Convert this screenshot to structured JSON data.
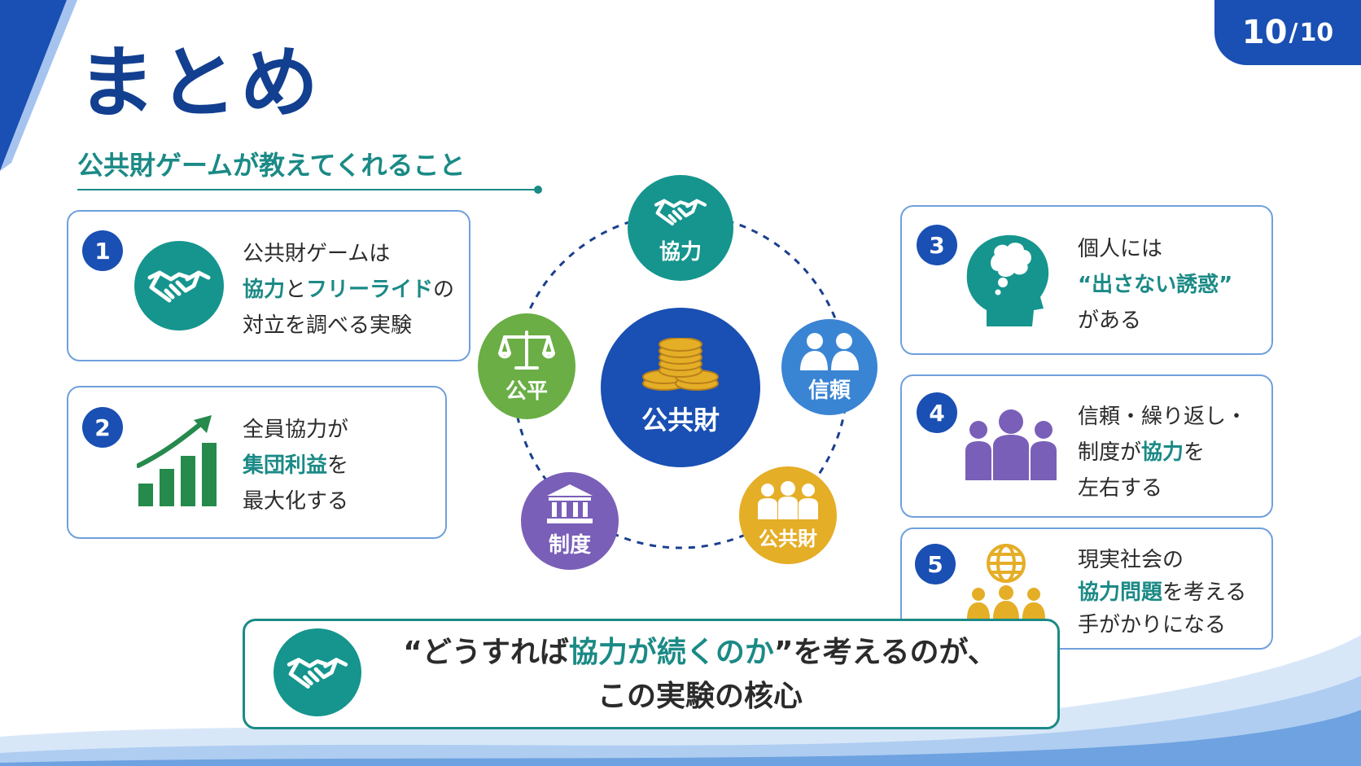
{
  "page": {
    "current": "10",
    "separator": "/",
    "total": "10"
  },
  "title": "まとめ",
  "subtitle": "公共財ゲームが教えてくれること",
  "cards": [
    {
      "number": "1",
      "icon": "handshake-icon",
      "lines": [
        [
          {
            "t": "公共財ゲームは",
            "h": false
          }
        ],
        [
          {
            "t": "協力",
            "h": true
          },
          {
            "t": "と",
            "h": false
          },
          {
            "t": "フリーライド",
            "h": true
          },
          {
            "t": "の",
            "h": false
          }
        ],
        [
          {
            "t": "対立を調べる実験",
            "h": false
          }
        ]
      ]
    },
    {
      "number": "2",
      "icon": "growth-chart-icon",
      "lines": [
        [
          {
            "t": "全員協力が",
            "h": false
          }
        ],
        [
          {
            "t": "集団利益",
            "h": true
          },
          {
            "t": "を",
            "h": false
          }
        ],
        [
          {
            "t": "最大化する",
            "h": false
          }
        ]
      ]
    },
    {
      "number": "3",
      "icon": "head-thought-icon",
      "lines": [
        [
          {
            "t": "個人には",
            "h": false
          }
        ],
        [
          {
            "t": "“出さない誘惑”",
            "h": true
          }
        ],
        [
          {
            "t": "がある",
            "h": false
          }
        ]
      ]
    },
    {
      "number": "4",
      "icon": "group-people-icon",
      "lines": [
        [
          {
            "t": "信頼・繰り返し・",
            "h": false
          }
        ],
        [
          {
            "t": "制度が",
            "h": false
          },
          {
            "t": "協力",
            "h": true
          },
          {
            "t": "を",
            "h": false
          }
        ],
        [
          {
            "t": "左右する",
            "h": false
          }
        ]
      ]
    },
    {
      "number": "5",
      "icon": "globe-people-icon",
      "lines": [
        [
          {
            "t": "現実社会の",
            "h": false
          }
        ],
        [
          {
            "t": "協力問題",
            "h": true
          },
          {
            "t": "を考える",
            "h": false
          }
        ],
        [
          {
            "t": "手がかりになる",
            "h": false
          }
        ]
      ]
    }
  ],
  "diagram": {
    "center": {
      "label": "公共財",
      "icon": "coin-stack-icon",
      "color": "#1a4fb3"
    },
    "nodes": [
      {
        "label": "協力",
        "icon": "handshake-icon",
        "color": "#15958e"
      },
      {
        "label": "信頼",
        "icon": "two-people-icon",
        "color": "#3a84d4"
      },
      {
        "label": "公共財",
        "icon": "three-people-icon",
        "color": "#e5ae27"
      },
      {
        "label": "制度",
        "icon": "institution-icon",
        "color": "#7a5fb8"
      },
      {
        "label": "公平",
        "icon": "balance-scale-icon",
        "color": "#6aae45"
      }
    ]
  },
  "bottom": {
    "icon": "handshake-icon",
    "line1": [
      {
        "t": "“どうすれば",
        "h": false
      },
      {
        "t": "協力が続くのか",
        "h": true
      },
      {
        "t": "”を考えるのが、",
        "h": false
      }
    ],
    "line2": [
      {
        "t": "この実験の核心",
        "h": false
      }
    ]
  },
  "colors": {
    "navy": "#1a4fb3",
    "teal": "#1b8a86",
    "title": "#123f8f",
    "card_border": "#6fa0dc"
  }
}
